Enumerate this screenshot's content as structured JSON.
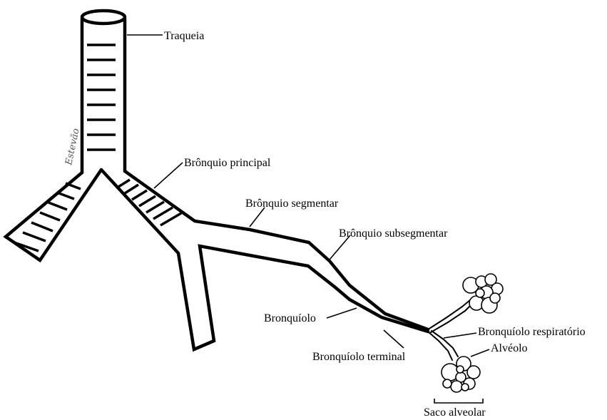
{
  "labels": {
    "traqueia": "Traqueia",
    "bronquio_principal": "Brônquio principal",
    "bronquio_segmentar": "Brônquio segmentar",
    "bronquio_subsegmentar": "Brônquio subsegmentar",
    "bronquiolo": "Bronquíolo",
    "bronquiolo_terminal": "Bronquíolo terminal",
    "bronquiolo_respiratorio": "Bronquíolo respiratório",
    "alveolo": "Alvéolo",
    "saco_alveolar": "Saco alveolar"
  },
  "signature": "Estevão",
  "colors": {
    "ink": "#000000",
    "background": "#ffffff"
  }
}
